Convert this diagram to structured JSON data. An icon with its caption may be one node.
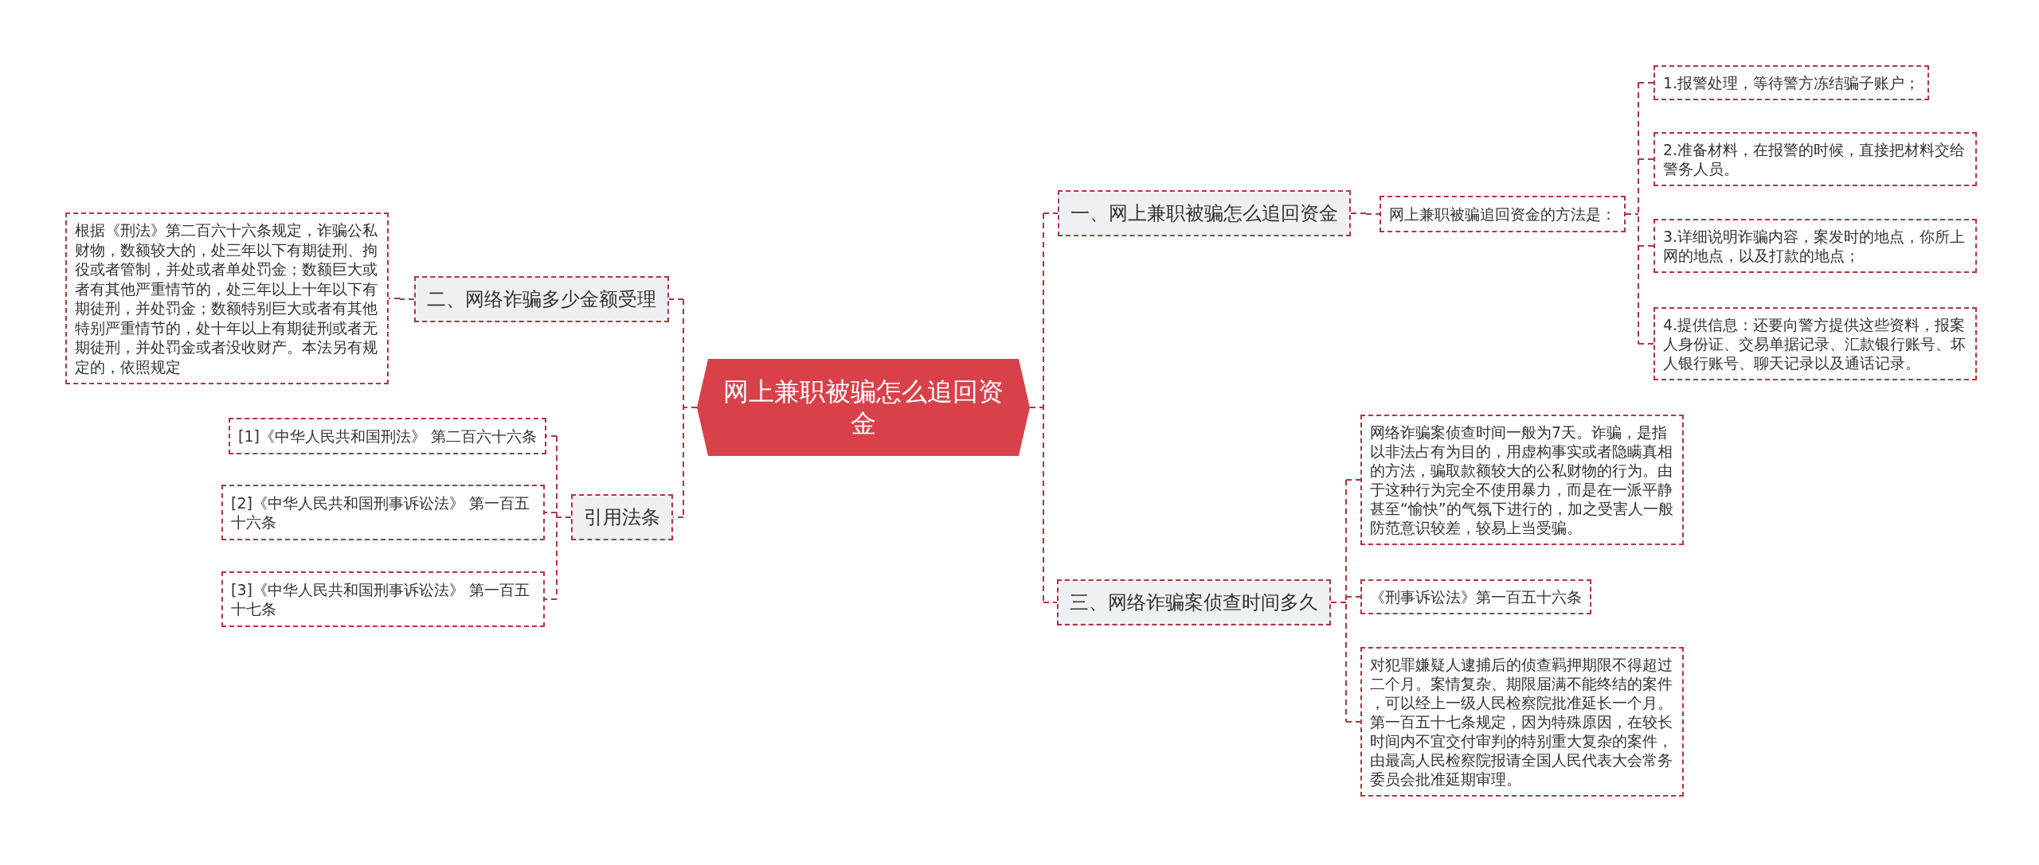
{
  "diagram": {
    "nodes": [
      {
        "text": [
          "网上兼职被骗怎么追回资金"
        ]
      },
      {
        "text": [
          "一、网上兼职被骗怎么追回资金"
        ]
      },
      {
        "text": [
          "网上兼职被骗追回资金的方法是："
        ]
      },
      {
        "text": [
          "1.报警处理，等待警方冻结骗子账户；"
        ]
      },
      {
        "text": [
          "2.准备材料，在报警的时候，直接把材料交给警务人员。"
        ]
      },
      {
        "text": [
          "3.详细说明诈骗内容，案发时的地点，你所上网的地点，以及打款的地点；"
        ]
      },
      {
        "text": [
          "4.提供信息：还要向警方提供这些资料，报案人身份证、交易单据记录、汇款银行账号、坏人银行账号、聊天记录以及通话记录。"
        ]
      },
      {
        "text": [
          "三、网络诈骗案侦查时间多久"
        ]
      },
      {
        "text": [
          "网络诈骗案侦查时间一般为7天。诈骗，是指以非法占有为目的，用虚构事实或者隐瞒真相的方法，骗取款额较大的公私财物的行为。由于这种行为完全不使用暴力，而是在一派平静甚至“愉快”的气氛下进行的，加之受害人一般防范意识较差，较易上当受骗。"
        ]
      },
      {
        "text": [
          "《刑事诉讼法》第一百五十六条"
        ]
      },
      {
        "text": [
          "对犯罪嫌疑人逮捕后的侦查羁押期限不得超过二个月。案情复杂、期限届满不能终结的案件，可以经上一级人民检察院批准延长一个月。第一百五十七条规定，因为特殊原因，在较长时间内不宜交付审判的特别重大复杂的案件，由最高人民检察院报请全国人民代表大会常务委员会批准延期审理。"
        ]
      },
      {
        "text": [
          "二、网络诈骗多少金额受理"
        ]
      },
      {
        "text": [
          "根据《刑法》第二百六十六条规定，诈骗公私财物，数额较大的，处三年以下有期徒刑、拘役或者管制，并处或者单处罚金；数额巨大或者有其他严重情节的，处三年以上十年以下有期徒刑，并处罚金；数额特别巨大或者有其他特别严重情节的，处十年以上有期徒刑或者无期徒刑，并处罚金或者没收财产。本法另有规定的，依照规定"
        ]
      },
      {
        "text": [
          "引用法条"
        ]
      },
      {
        "text": [
          "[1]《中华人民共和国刑法》 第二百六十六条"
        ]
      },
      {
        "text": [
          "[2]《中华人民共和国刑事诉讼法》 第一百五十六条"
        ]
      },
      {
        "text": [
          "[3]《中华人民共和国刑事诉讼法》 第一百五十七条"
        ]
      }
    ],
    "edges": [
      {
        "from": 0,
        "to": 1,
        "arrow": "none"
      },
      {
        "from": 1,
        "to": 2,
        "arrow": "none"
      },
      {
        "from": 2,
        "to": 3,
        "arrow": "none"
      },
      {
        "from": 2,
        "to": 4,
        "arrow": "none"
      },
      {
        "from": 2,
        "to": 5,
        "arrow": "none"
      },
      {
        "from": 2,
        "to": 6,
        "arrow": "none"
      },
      {
        "from": 0,
        "to": 7,
        "arrow": "none"
      },
      {
        "from": 7,
        "to": 8,
        "arrow": "none"
      },
      {
        "from": 7,
        "to": 9,
        "arrow": "none"
      },
      {
        "from": 7,
        "to": 10,
        "arrow": "none"
      },
      {
        "from": 0,
        "to": 11,
        "arrow": "none"
      },
      {
        "from": 11,
        "to": 12,
        "arrow": "none"
      },
      {
        "from": 0,
        "to": 13,
        "arrow": "none"
      },
      {
        "from": 13,
        "to": 14,
        "arrow": "none"
      },
      {
        "from": 13,
        "to": 15,
        "arrow": "none"
      },
      {
        "from": 13,
        "to": 16,
        "arrow": "none"
      }
    ]
  }
}
